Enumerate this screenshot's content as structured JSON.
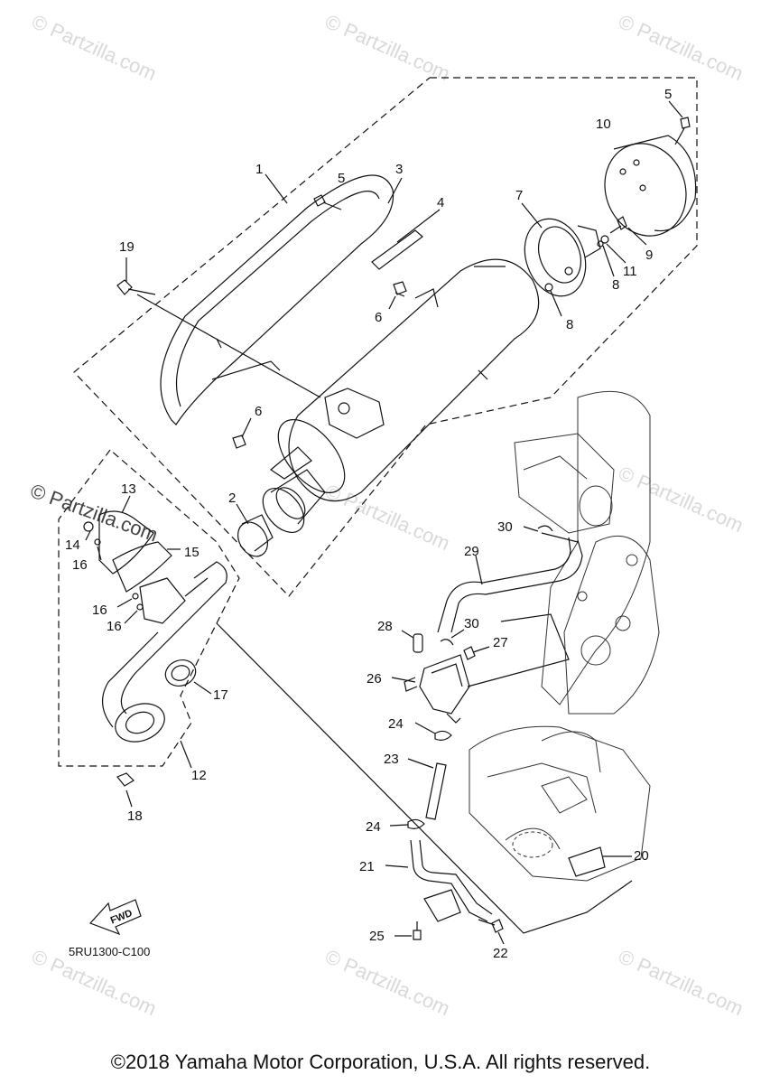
{
  "watermark": "© Partzilla.com",
  "callouts": {
    "c1": "1",
    "c2": "2",
    "c3": "3",
    "c4": "4",
    "c5a": "5",
    "c5b": "5",
    "c6a": "6",
    "c6b": "6",
    "c7": "7",
    "c8a": "8",
    "c8b": "8",
    "c9": "9",
    "c10": "10",
    "c11": "11",
    "c12": "12",
    "c13": "13",
    "c14": "14",
    "c15": "15",
    "c16a": "16",
    "c16b": "16",
    "c16c": "16",
    "c17": "17",
    "c18": "18",
    "c19": "19",
    "c20": "20",
    "c21": "21",
    "c22": "22",
    "c23": "23",
    "c24a": "24",
    "c24b": "24",
    "c25": "25",
    "c26": "26",
    "c27": "27",
    "c28": "28",
    "c29": "29",
    "c30a": "30",
    "c30b": "30"
  },
  "fwd_label": "FWD",
  "diagram_ref": "5RU1300-C100",
  "copyright": "©2018 Yamaha Motor Corporation, U.S.A. All rights reserved."
}
